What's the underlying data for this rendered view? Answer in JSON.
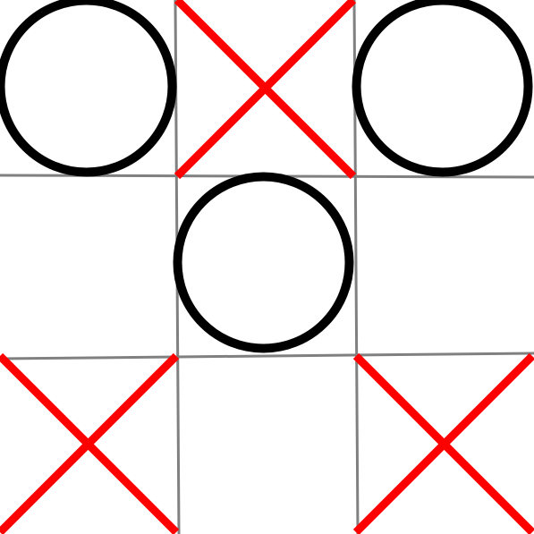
{
  "game": {
    "type": "tic-tac-toe",
    "board": [
      [
        "O",
        "X",
        "O"
      ],
      [
        "",
        "O",
        ""
      ],
      [
        "X",
        "",
        "X"
      ]
    ]
  },
  "colors": {
    "background": "#ffffff",
    "grid": "#808080",
    "x_mark": "#ff0000",
    "o_mark": "#000000"
  },
  "icons": {
    "X": "x-mark-icon",
    "O": "o-mark-icon"
  }
}
